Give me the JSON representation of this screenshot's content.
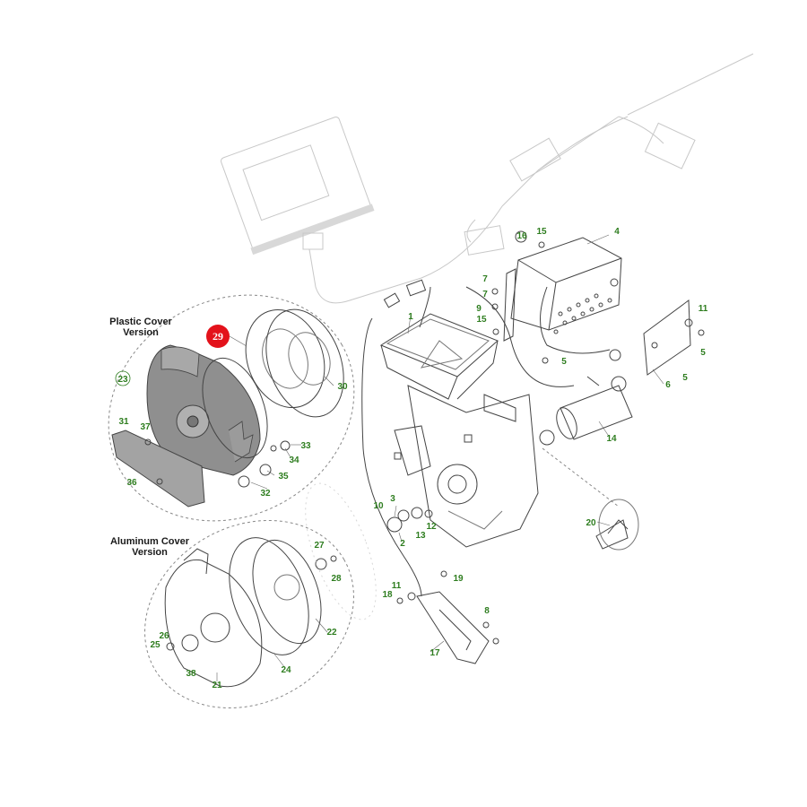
{
  "sections": {
    "plastic_label_line1": "Plastic Cover",
    "plastic_label_line2": "Version",
    "aluminum_label_line1": "Aluminum Cover",
    "aluminum_label_line2": "Version"
  },
  "highlight": {
    "label": "29",
    "color": "#e3121b"
  },
  "colors": {
    "callout_text": "#2e7d1f",
    "line": "#444444",
    "faded_harness": "#c8c8c8",
    "plastic_cover_fill": "#9a9a9a"
  },
  "callouts": {
    "p1": "1",
    "p2": "2",
    "p3": "3",
    "p4": "4",
    "p5a": "5",
    "p5b": "5",
    "p5c": "5",
    "p6": "6",
    "p7a": "7",
    "p7b": "7",
    "p8": "8",
    "p9": "9",
    "p10": "10",
    "p11a": "11",
    "p11b": "11",
    "p12": "12",
    "p13": "13",
    "p14": "14",
    "p15a": "15",
    "p15b": "15",
    "p16": "16",
    "p17": "17",
    "p18": "18",
    "p19": "19",
    "p20": "20",
    "p21": "21",
    "p22": "22",
    "p23": "23",
    "p24": "24",
    "p25": "25",
    "p26": "26",
    "p27": "27",
    "p28": "28",
    "p30": "30",
    "p31": "31",
    "p32": "32",
    "p33": "33",
    "p34": "34",
    "p35": "35",
    "p36": "36",
    "p37": "37",
    "p38": "38"
  },
  "icons": {
    "highlight_marker": "red-circle-icon",
    "reference_marker": "green-circle-icon"
  }
}
